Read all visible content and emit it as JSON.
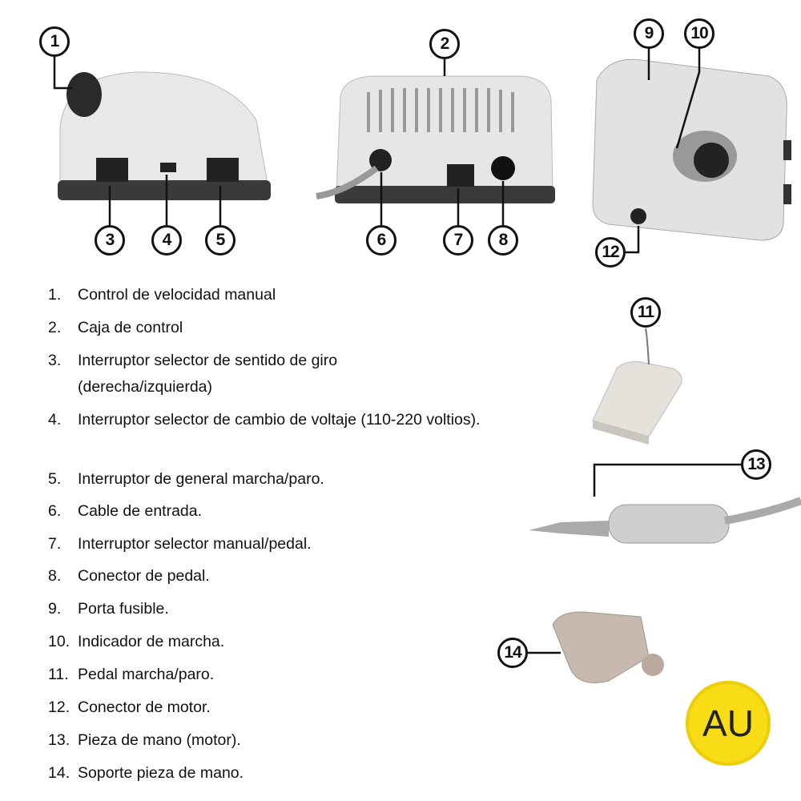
{
  "callouts": [
    "1",
    "2",
    "3",
    "4",
    "5",
    "6",
    "7",
    "8",
    "9",
    "10",
    "11",
    "12",
    "13",
    "14"
  ],
  "legend": [
    {
      "n": "1.",
      "text": "Control de velocidad manual"
    },
    {
      "n": "2.",
      "text": "Caja de control"
    },
    {
      "n": "3.",
      "text": "Interruptor selector de sentido de giro (derecha/izquierda)"
    },
    {
      "n": "4.",
      "text": "Interruptor selector de cambio de voltaje (110-220 voltios)."
    },
    {
      "n": "5.",
      "text": "Interruptor de general marcha/paro."
    },
    {
      "n": "6.",
      "text": "Cable de entrada."
    },
    {
      "n": "7.",
      "text": "Interruptor selector manual/pedal."
    },
    {
      "n": "8.",
      "text": "Conector de pedal."
    },
    {
      "n": "9.",
      "text": "Porta fusible."
    },
    {
      "n": "10.",
      "text": "Indicador de marcha."
    },
    {
      "n": "11.",
      "text": "Pedal marcha/paro."
    },
    {
      "n": "12.",
      "text": "Conector de motor."
    },
    {
      "n": "13.",
      "text": "Pieza de mano (motor)."
    },
    {
      "n": "14.",
      "text": "Soporte pieza de mano."
    }
  ],
  "logo": {
    "text": "AU",
    "color": "#f7dc16"
  }
}
